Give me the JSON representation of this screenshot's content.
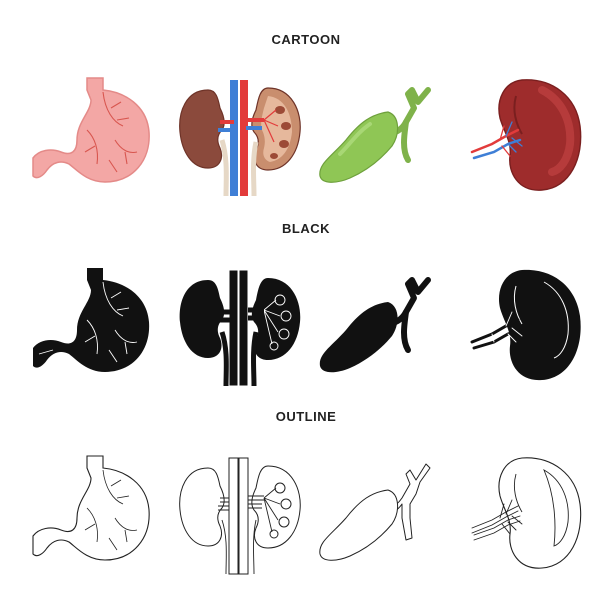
{
  "sections": [
    {
      "id": "cartoon",
      "label": "CARTOON"
    },
    {
      "id": "black",
      "label": "BLACK"
    },
    {
      "id": "outline",
      "label": "OUTLINE"
    }
  ],
  "icons": [
    "stomach-icon",
    "kidney-icon",
    "gallbladder-icon",
    "spleen-icon"
  ],
  "colors": {
    "stomach_cartoon": "#f3a7a5",
    "stomach_vein": "#d8564f",
    "kidney_cartoon": "#8b4a3c",
    "artery_red": "#e23b3b",
    "vein_blue": "#3f7fd6",
    "gallbladder_cartoon": "#8fc655",
    "gallbladder_duct": "#7fb24a",
    "spleen_cartoon": "#9e2c2c",
    "black_fill": "#111111",
    "outline_stroke": "#222222"
  }
}
